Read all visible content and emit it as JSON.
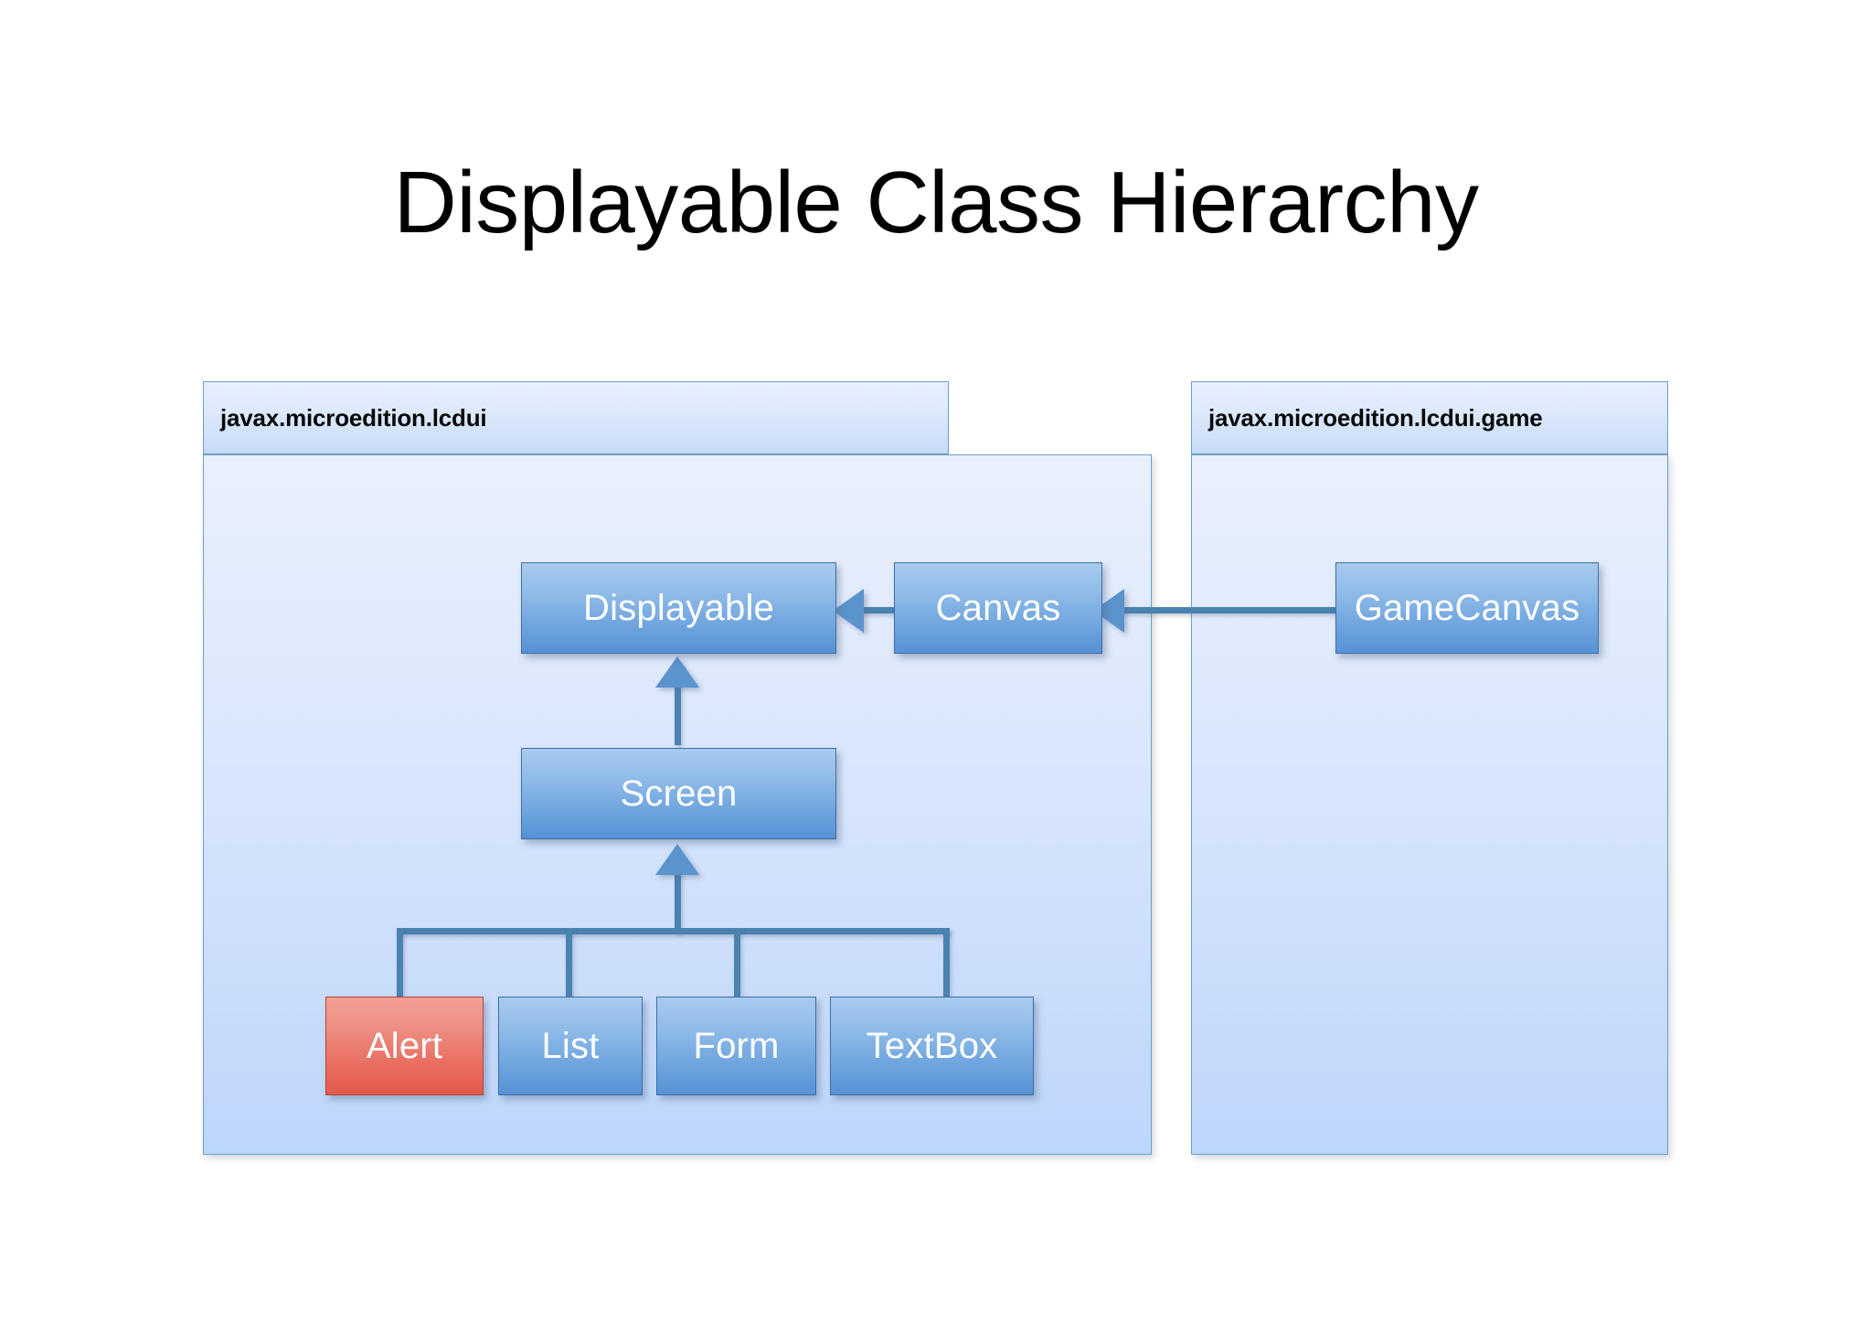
{
  "title": "Displayable Class Hierarchy",
  "colors": {
    "class_fill_top": "#a8caee",
    "class_fill_bottom": "#5791d5",
    "class_border": "#3d6fa5",
    "highlight_fill_top": "#f2a095",
    "highlight_fill_bottom": "#e25a4c",
    "highlight_border": "#b8453a",
    "package_border": "#6d9fc4",
    "package_fill_top": "#e9f0fd",
    "package_fill_bottom": "#bdd6fb",
    "connector": "#4a82b0",
    "arrowhead": "#5b93cd",
    "class_label": "#ffffff",
    "title_color": "#000000",
    "background": "#ffffff"
  },
  "packages": [
    {
      "id": "lcdui",
      "label": "javax.microedition.lcdui"
    },
    {
      "id": "lcdui-game",
      "label": "javax.microedition.lcdui.game"
    }
  ],
  "classes": [
    {
      "id": "displayable",
      "label": "Displayable",
      "package": "lcdui",
      "highlighted": false
    },
    {
      "id": "canvas",
      "label": "Canvas",
      "package": "lcdui",
      "highlighted": false
    },
    {
      "id": "screen",
      "label": "Screen",
      "package": "lcdui",
      "highlighted": false
    },
    {
      "id": "alert",
      "label": "Alert",
      "package": "lcdui",
      "highlighted": true
    },
    {
      "id": "list",
      "label": "List",
      "package": "lcdui",
      "highlighted": false
    },
    {
      "id": "form",
      "label": "Form",
      "package": "lcdui",
      "highlighted": false
    },
    {
      "id": "textbox",
      "label": "TextBox",
      "package": "lcdui",
      "highlighted": false
    },
    {
      "id": "gamecanvas",
      "label": "GameCanvas",
      "package": "lcdui-game",
      "highlighted": false
    }
  ],
  "relationships": [
    {
      "from": "canvas",
      "to": "displayable",
      "type": "generalization"
    },
    {
      "from": "gamecanvas",
      "to": "canvas",
      "type": "generalization"
    },
    {
      "from": "screen",
      "to": "displayable",
      "type": "generalization"
    },
    {
      "from": "alert",
      "to": "screen",
      "type": "generalization"
    },
    {
      "from": "list",
      "to": "screen",
      "type": "generalization"
    },
    {
      "from": "form",
      "to": "screen",
      "type": "generalization"
    },
    {
      "from": "textbox",
      "to": "screen",
      "type": "generalization"
    }
  ]
}
